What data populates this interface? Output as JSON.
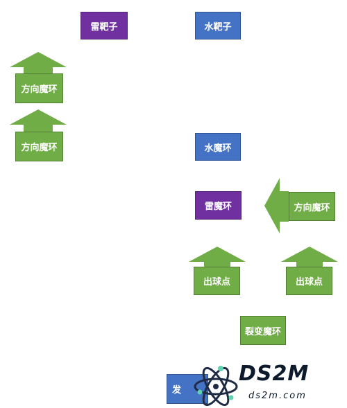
{
  "labels": {
    "thunder_target": "雷靶子",
    "water_target": "水靶子",
    "direction_ring_1": "方向魔环",
    "direction_ring_2": "方向魔环",
    "water_ring": "水魔环",
    "thunder_ring": "雷魔环",
    "direction_ring_3": "方向魔环",
    "exit_point_1": "出球点",
    "exit_point_2": "出球点",
    "fission_ring": "裂变魔环",
    "launch_partial": "发"
  },
  "watermark": {
    "logo_text": "DS2M",
    "url": "ds2m.com"
  },
  "colors": {
    "thunder": "#7030a0",
    "water": "#4472c4",
    "direction": "#70ad47"
  }
}
